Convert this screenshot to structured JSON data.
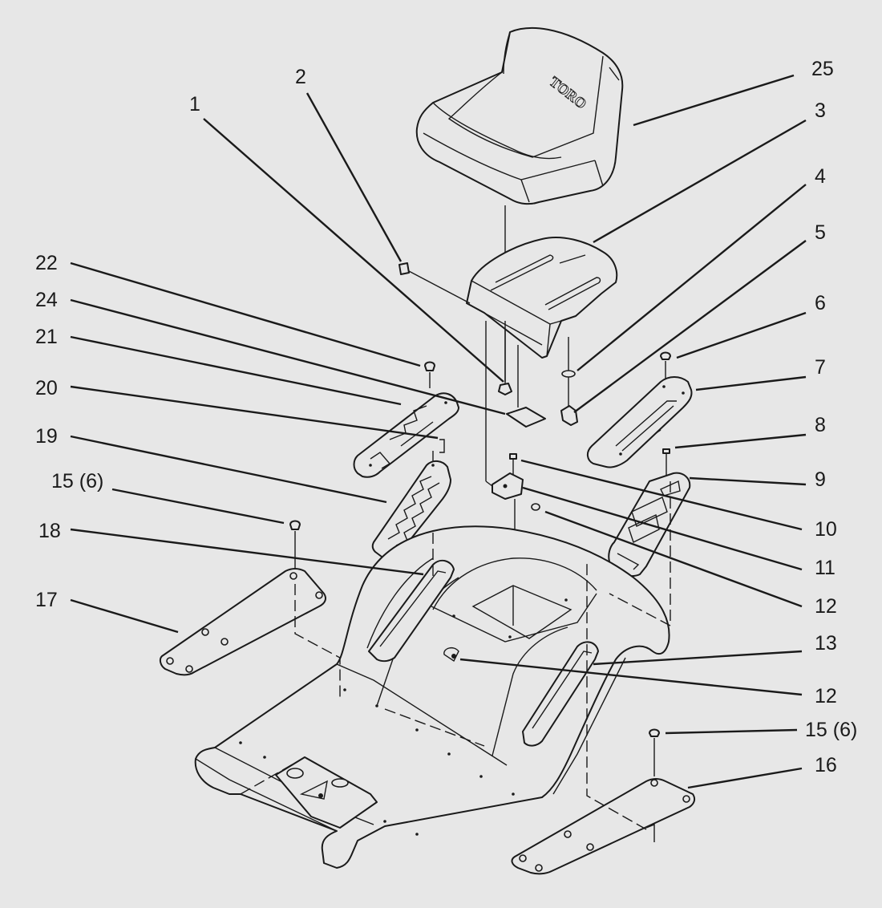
{
  "diagram": {
    "logo_text": "TORO",
    "callouts": [
      {
        "key": "c25",
        "label": "25"
      },
      {
        "key": "c2",
        "label": "2"
      },
      {
        "key": "c3",
        "label": "3"
      },
      {
        "key": "c1",
        "label": "1"
      },
      {
        "key": "c4",
        "label": "4"
      },
      {
        "key": "c5",
        "label": "5"
      },
      {
        "key": "c22",
        "label": "22"
      },
      {
        "key": "c24",
        "label": "24"
      },
      {
        "key": "c6",
        "label": "6"
      },
      {
        "key": "c21",
        "label": "21"
      },
      {
        "key": "c7",
        "label": "7"
      },
      {
        "key": "c20",
        "label": "20"
      },
      {
        "key": "c8",
        "label": "8"
      },
      {
        "key": "c19",
        "label": "19"
      },
      {
        "key": "c9",
        "label": "9"
      },
      {
        "key": "c15a",
        "label": "15 (6)"
      },
      {
        "key": "c10",
        "label": "10"
      },
      {
        "key": "c18",
        "label": "18"
      },
      {
        "key": "c11",
        "label": "11"
      },
      {
        "key": "c12a",
        "label": "12"
      },
      {
        "key": "c17",
        "label": "17"
      },
      {
        "key": "c13",
        "label": "13"
      },
      {
        "key": "c12b",
        "label": "12"
      },
      {
        "key": "c15b",
        "label": "15 (6)"
      },
      {
        "key": "c16",
        "label": "16"
      }
    ]
  }
}
